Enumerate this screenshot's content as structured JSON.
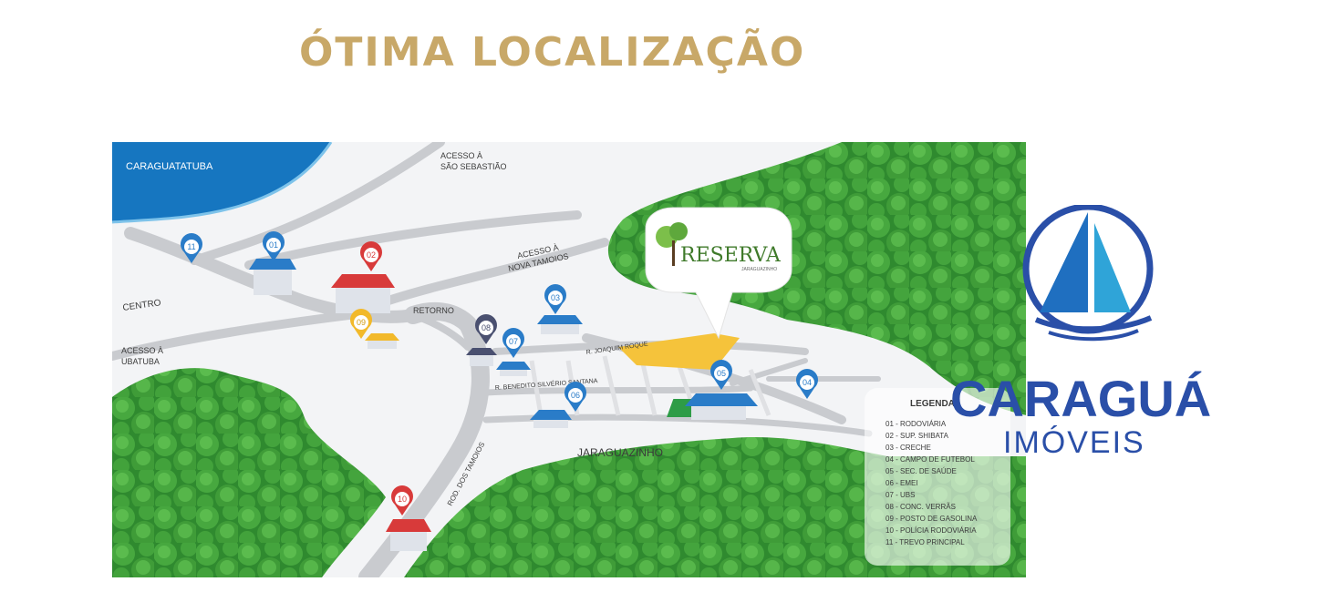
{
  "title": "ÓTIMA LOCALIZAÇÃO",
  "colors": {
    "title_gold": "#c8a868",
    "sea": "#1676c0",
    "forest": "#3d9a3a",
    "building_blue": "#2a7cc8",
    "building_red": "#d83a3a",
    "pin_yellow": "#f2b92a",
    "plot_yellow": "#f5c33b",
    "brand_blue": "#2a4fa8"
  },
  "map": {
    "places": {
      "caraguatatuba": "CARAGUATATUBA",
      "acesso_sao_sebastiao": [
        "ACESSO À",
        "SÃO SEBASTIÃO"
      ],
      "acesso_nova_tamoios": [
        "ACESSO À",
        "NOVA TAMOIOS"
      ],
      "centro": "CENTRO",
      "acesso_ubatuba": [
        "ACESSO À",
        "UBATUBA"
      ],
      "retorno": "RETORNO",
      "jaraguazinho": "JARAGUAZINHO",
      "rod_tamoios": "ROD. DOS TAMOIOS",
      "r_joaquim": "R. JOAQUIM ROQUE",
      "r_benedito": "R. BENEDITO SILVÉRIO SANTANA"
    },
    "reserva_logo": "RESERVA",
    "reserva_sub": "JARAGUAZINHO",
    "markers": [
      "01",
      "02",
      "03",
      "04",
      "05",
      "06",
      "07",
      "08",
      "09",
      "10",
      "11"
    ],
    "legend": {
      "title": "LEGENDA",
      "items": [
        "01 - RODOVIÁRIA",
        "02 - SUP. SHIBATA",
        "03 - CRECHE",
        "04 - CAMPO DE FUTEBOL",
        "05 - SEC. DE SAÚDE",
        "06 - EMEI",
        "07 - UBS",
        "08 - CONC. VERRÃS",
        "09 - POSTO DE GASOLINA",
        "10 - POLÍCIA RODOVIÁRIA",
        "11 - TREVO PRINCIPAL"
      ]
    }
  },
  "brand": {
    "icon": "sailboat-icon",
    "name": "CARAGUÁ",
    "tagline": "IMÓVEIS"
  }
}
